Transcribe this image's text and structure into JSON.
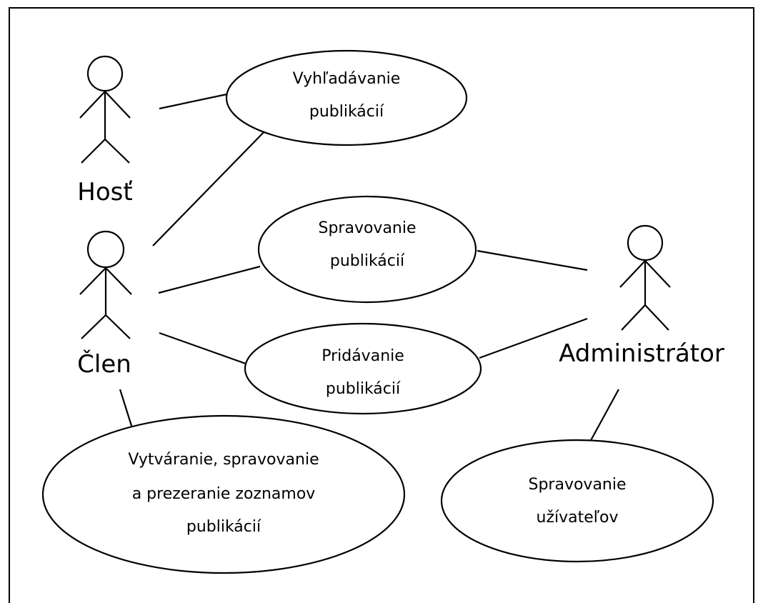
{
  "actors": {
    "host": "Hosť",
    "member": "Člen",
    "admin": "Administrátor"
  },
  "use_cases": {
    "search": [
      "Vyhľadávanie",
      "publikácií"
    ],
    "manage": [
      "Spravovanie",
      "publikácií"
    ],
    "add": [
      "Pridávanie",
      "publikácií"
    ],
    "lists": [
      "Vytváranie, spravovanie",
      "a prezeranie zoznamov",
      "publikácií"
    ],
    "users": [
      "Spravovanie",
      "užívateľov"
    ]
  }
}
